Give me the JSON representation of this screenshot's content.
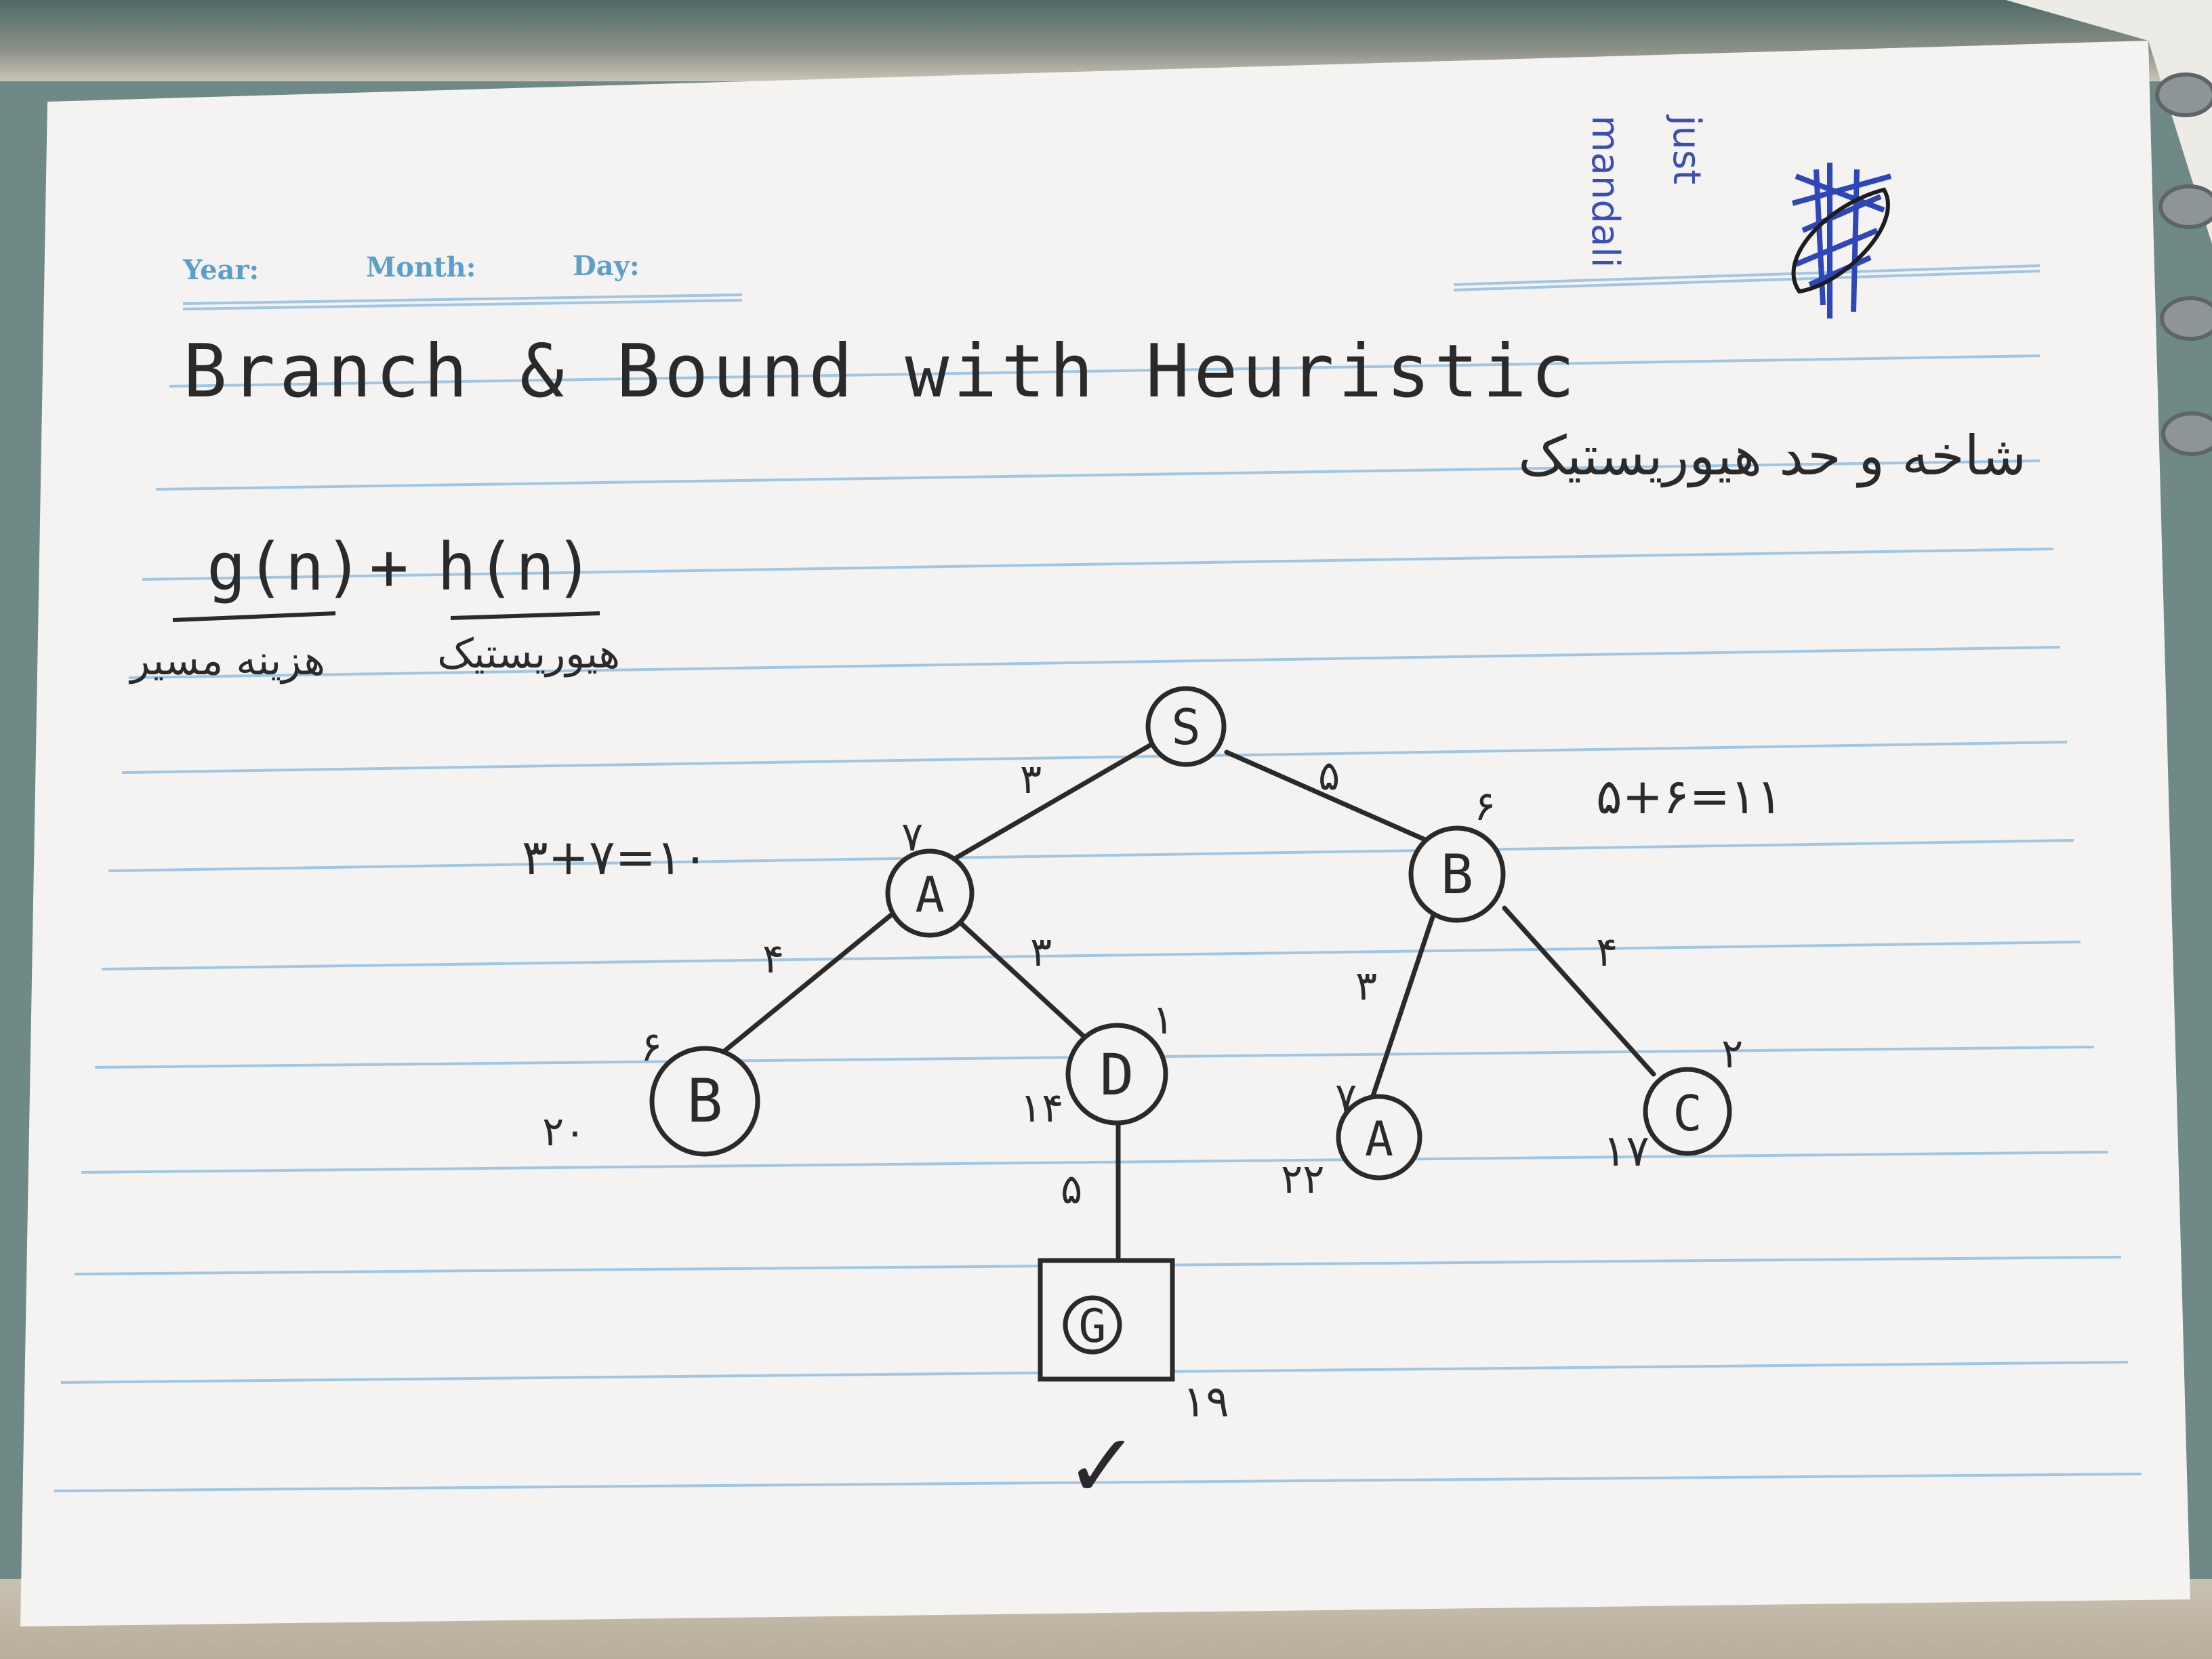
{
  "header": {
    "year_label": "Year:",
    "month_label": "Month:",
    "day_label": "Day:",
    "corner_note_line1": "just",
    "corner_note_line2": "mandali"
  },
  "title": {
    "english": "Branch & Bound with Heuristic",
    "persian": "شاخه و حد هیوریستیک"
  },
  "formula": {
    "g_term": "g(n)",
    "plus": "+",
    "h_term": "h(n)",
    "g_caption": "هزینه مسیر",
    "h_caption": "هیوریستیک"
  },
  "tree": {
    "nodes": {
      "root": {
        "label": "S"
      },
      "a": {
        "label": "A",
        "h": "۷"
      },
      "b": {
        "label": "B",
        "h": "۶"
      },
      "b_left": {
        "label": "B",
        "h": "۶",
        "total": "۲۰"
      },
      "d": {
        "label": "D",
        "h": "۱",
        "total": "۱۴"
      },
      "a_right": {
        "label": "A",
        "h": "۷",
        "total": "۲۲"
      },
      "c": {
        "label": "C",
        "h": "۲",
        "total": "۱۷"
      },
      "goal": {
        "label": "G",
        "total": "۱۹"
      }
    },
    "edges": {
      "s_a": "۳",
      "s_b": "۵",
      "a_b": "۴",
      "a_d": "۳",
      "b_a": "۳",
      "b_c": "۴",
      "d_g": "۵"
    },
    "annotations": {
      "a_eval": "۳+۷=۱۰",
      "b_eval": "۵+۶=۱۱",
      "goal_check": "✓"
    }
  }
}
